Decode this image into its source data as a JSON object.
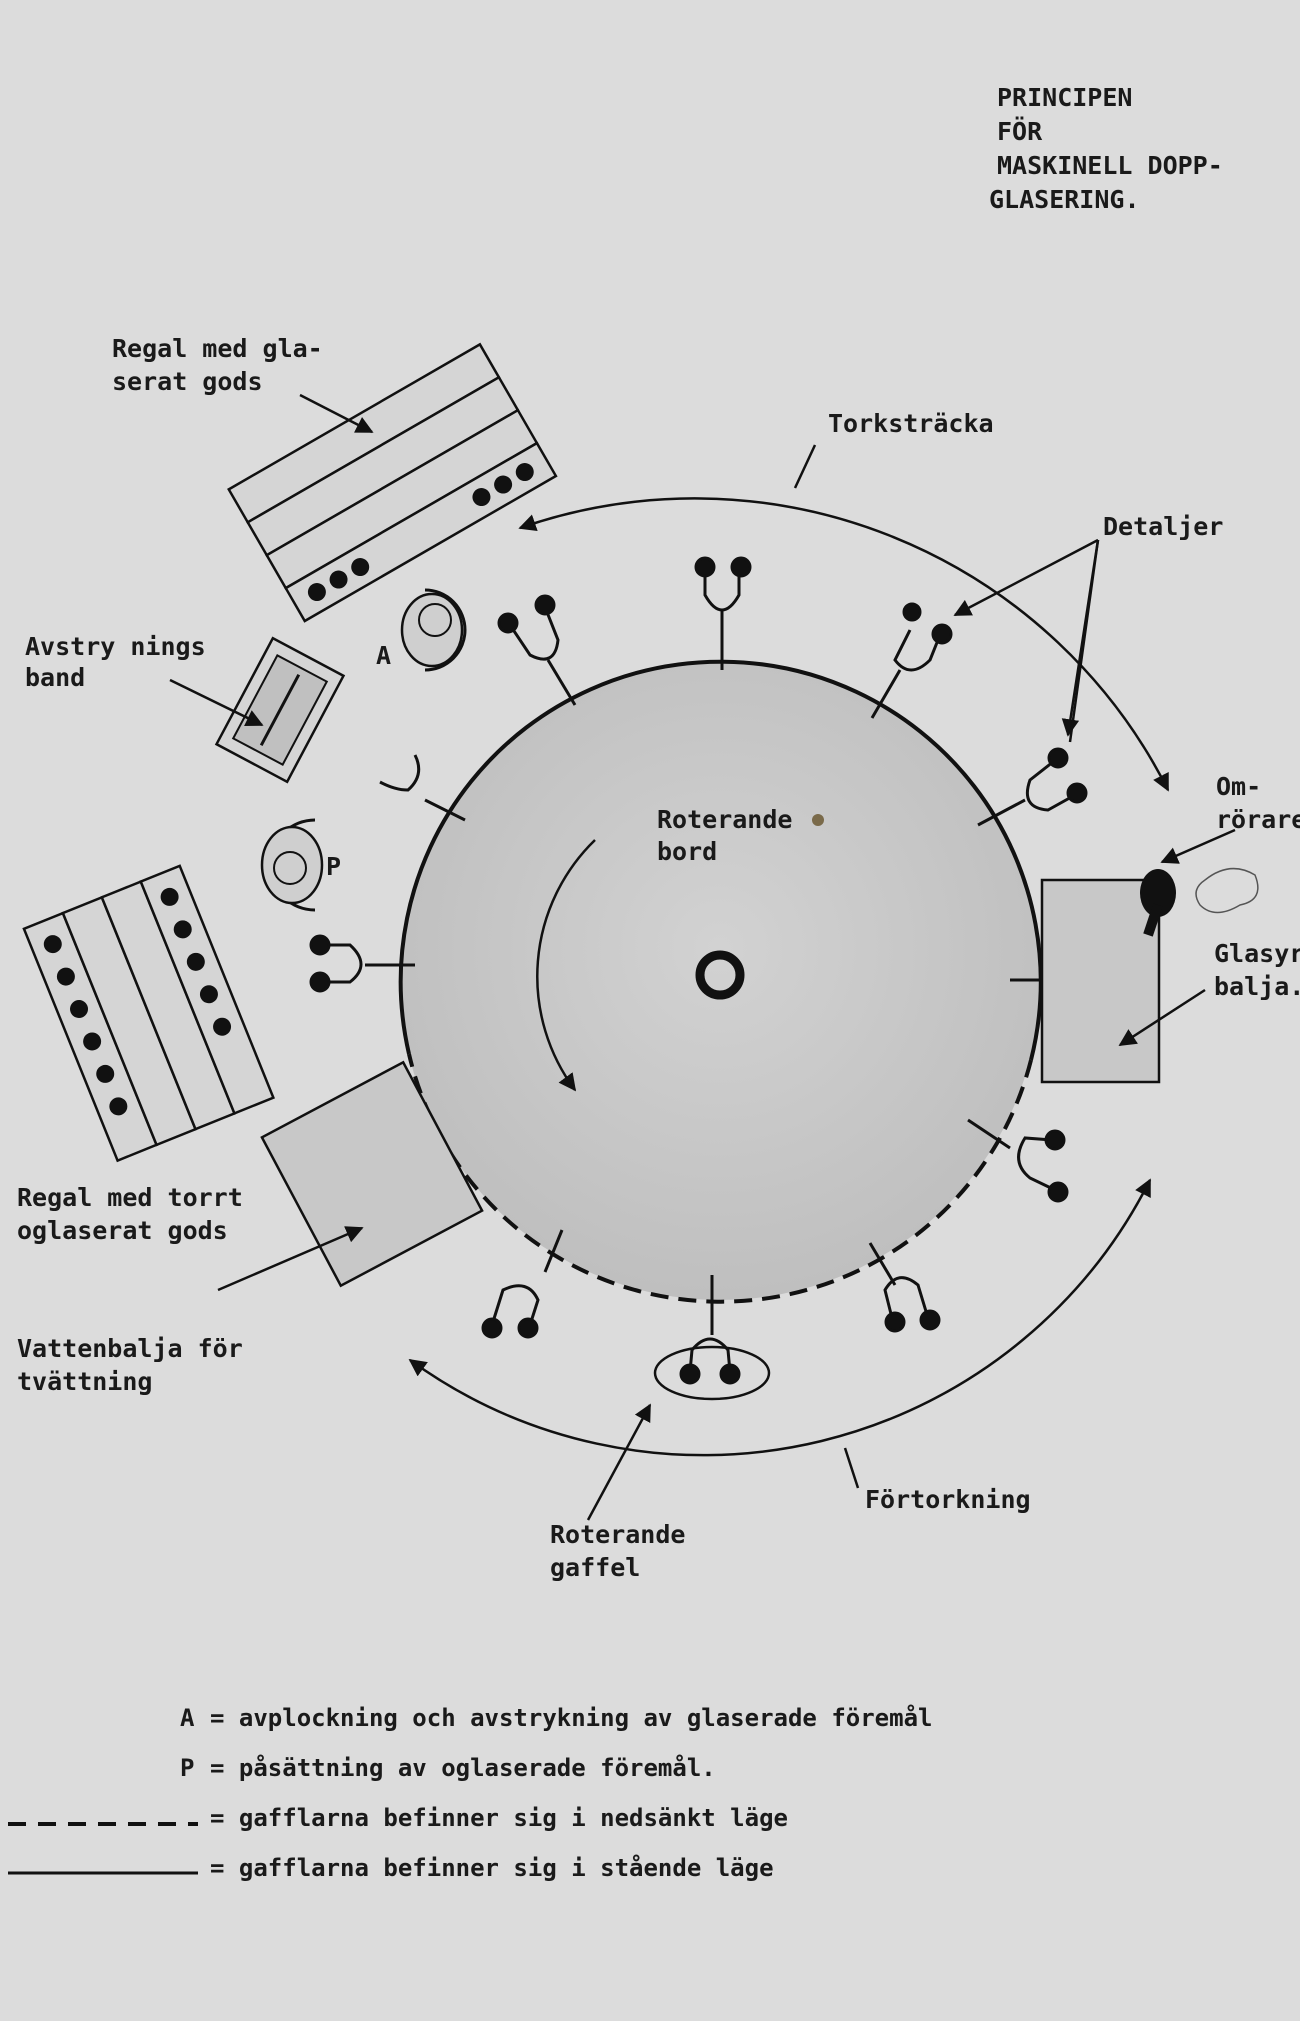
{
  "title": {
    "line1": "PRINCIPEN",
    "line2": "FÖR",
    "line3": "MASKINELL DOPP-",
    "line4": "GLASERING."
  },
  "labels": {
    "regal_glaserat_1": "Regal med gla-",
    "regal_glaserat_2": "serat gods",
    "torkstracka": "Torksträcka",
    "detaljer": "Detaljer",
    "avstryknings_1": "Avstry nings",
    "avstryknings_2": "band",
    "omrorare_1": "Om-",
    "omrorare_2": "rörare",
    "glasyr_1": "Glasyr",
    "glasyr_2": "balja.",
    "roterande_bord_1": "Roterande",
    "roterande_bord_2": "bord",
    "regal_torrt_1": "Regal med torrt",
    "regal_torrt_2": "oglaserat gods",
    "vattenbalja_1": "Vattenbalja för",
    "vattenbalja_2": "tvättning",
    "fortorkning": "Förtorkning",
    "roterande_gaffel_1": "Roterande",
    "roterande_gaffel_2": "gaffel",
    "marker_a": "A",
    "marker_p": "P"
  },
  "legend": [
    {
      "key": "A",
      "text": "= avplockning och avstrykning  av glaserade föremål"
    },
    {
      "key": "P",
      "text": "= påsättning av oglaserade föremål."
    },
    {
      "key": "dashed",
      "text": "= gafflarna befinner sig i nedsänkt läge"
    },
    {
      "key": "solid",
      "text": "= gafflarna befinner sig i stående läge"
    }
  ],
  "colors": {
    "paper": "#dcdcdc",
    "ink": "#111111",
    "table_fill": "#c9c9c9"
  }
}
